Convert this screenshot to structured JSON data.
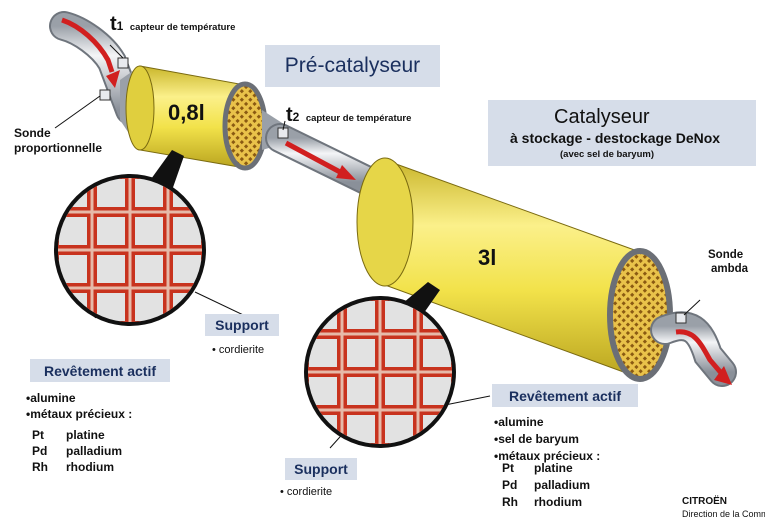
{
  "sensors": {
    "t1": {
      "symbol": "t",
      "index": "1",
      "label": "capteur de température"
    },
    "t2": {
      "symbol": "t",
      "index": "2",
      "label": "capteur de température"
    },
    "sonde_prop": [
      "Sonde",
      "proportionnelle"
    ],
    "sonde_lambda": [
      "Sonde",
      "ambda"
    ]
  },
  "pre_cat": {
    "title": "Pré-catalyseur",
    "volume": "0,8l"
  },
  "cat": {
    "title": "Catalyseur",
    "subtitle": "à stockage - destockage DeNox",
    "note": "(avec sel de baryum)",
    "volume": "3l"
  },
  "left_detail": {
    "support_title": "Support",
    "support_item": "cordierite",
    "coating_title": "Revêtement actif",
    "coating_items": [
      "alumine",
      "métaux précieux :"
    ],
    "metals": [
      {
        "sym": "Pt",
        "name": "platine"
      },
      {
        "sym": "Pd",
        "name": "palladium"
      },
      {
        "sym": "Rh",
        "name": "rhodium"
      }
    ]
  },
  "right_detail": {
    "support_title": "Support",
    "support_item": "cordierite",
    "coating_title": "Revêtement actif",
    "coating_items": [
      "alumine",
      "sel de baryum",
      "métaux précieux :"
    ],
    "metals": [
      {
        "sym": "Pt",
        "name": "platine"
      },
      {
        "sym": "Pd",
        "name": "palladium"
      },
      {
        "sym": "Rh",
        "name": "rhodium"
      }
    ]
  },
  "footer": {
    "brand": "CITROËN",
    "dept": "Direction de la Comm"
  },
  "colors": {
    "yellow": "#f2e24a",
    "box": "#d6dde9",
    "arrow": "#d11f1f",
    "grid_red": "#c8331e"
  }
}
